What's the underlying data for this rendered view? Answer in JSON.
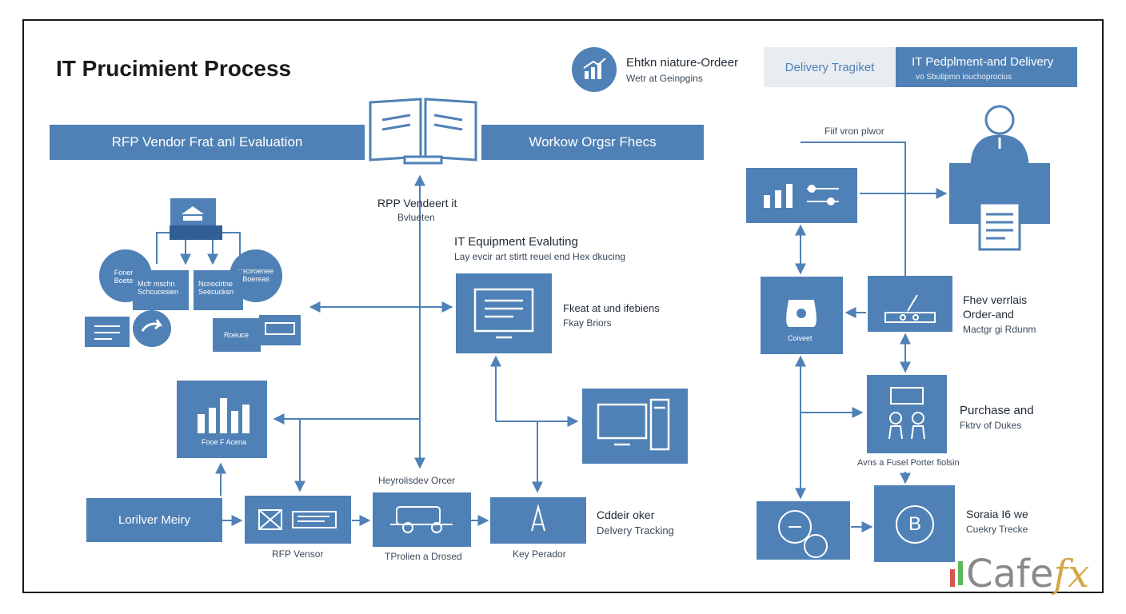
{
  "title": "IT Prucimient Process",
  "header_right": {
    "icon_title": "Ehtkn niature-Ordeer",
    "icon_subtitle": "Wetr at Geinpgins",
    "tab1": "Delivery Tragiket",
    "tab2_title": "IT Pedplment-and Delivery",
    "tab2_subtitle": "vo Sbutipmn iouchoprocius"
  },
  "bars": {
    "left": "RFP Vendor Frat anl Evaluation",
    "right": "Workow Orgsr Fhecs"
  },
  "center": {
    "rfp_title": "RPP Vendeert it",
    "rfp_sub": "Bvlueten",
    "equip_title": "IT Equipment Evaluting",
    "equip_sub": "Lay evcir art stirtt reuel end Hex dkucing",
    "monitor_label1": "Fkeat at und ifebiens",
    "monitor_label2": "Fkay Briors"
  },
  "left_cluster": {
    "bubble1": "Fonerd Boeten",
    "bubble2": "veciroenee Boereas",
    "box1": "Mcfr mschn Schcucesien",
    "box2": "Ncnocirtne Seecucksn",
    "small_box": "Roeuce",
    "chart_box": "Fooe F Acena"
  },
  "bottom_row": {
    "start": "Lorilver Meiry",
    "label_a": "RFP Vensor",
    "label_top": "Heyrolisdev Orcer",
    "label_b": "TProlien a Drosed",
    "label_c": "Key Perador",
    "order_title": "Cddeir oker",
    "order_sub": "Delvery Tracking"
  },
  "right_side": {
    "top_label": "Fiif vron plwor",
    "cabinet_label": "Coiveet",
    "order_title": "Fhev verrlais",
    "order_title2": "Order-and",
    "order_sub": "Mactgr gi Rdunm",
    "purchase_title": "Purchase and",
    "purchase_sub": "Fktrv of Dukes",
    "purchase_note": "Avns a Fusel Porter fiolsin",
    "final_title": "Soraia I6 we",
    "final_sub": "Cuekry Trecke",
    "circle_letter": "B"
  },
  "logo": {
    "text": "Cafe",
    "suffix": "fx"
  },
  "colors": {
    "accent": "#4f81b6",
    "line": "#4f81b6",
    "text": "#1f2a36"
  }
}
